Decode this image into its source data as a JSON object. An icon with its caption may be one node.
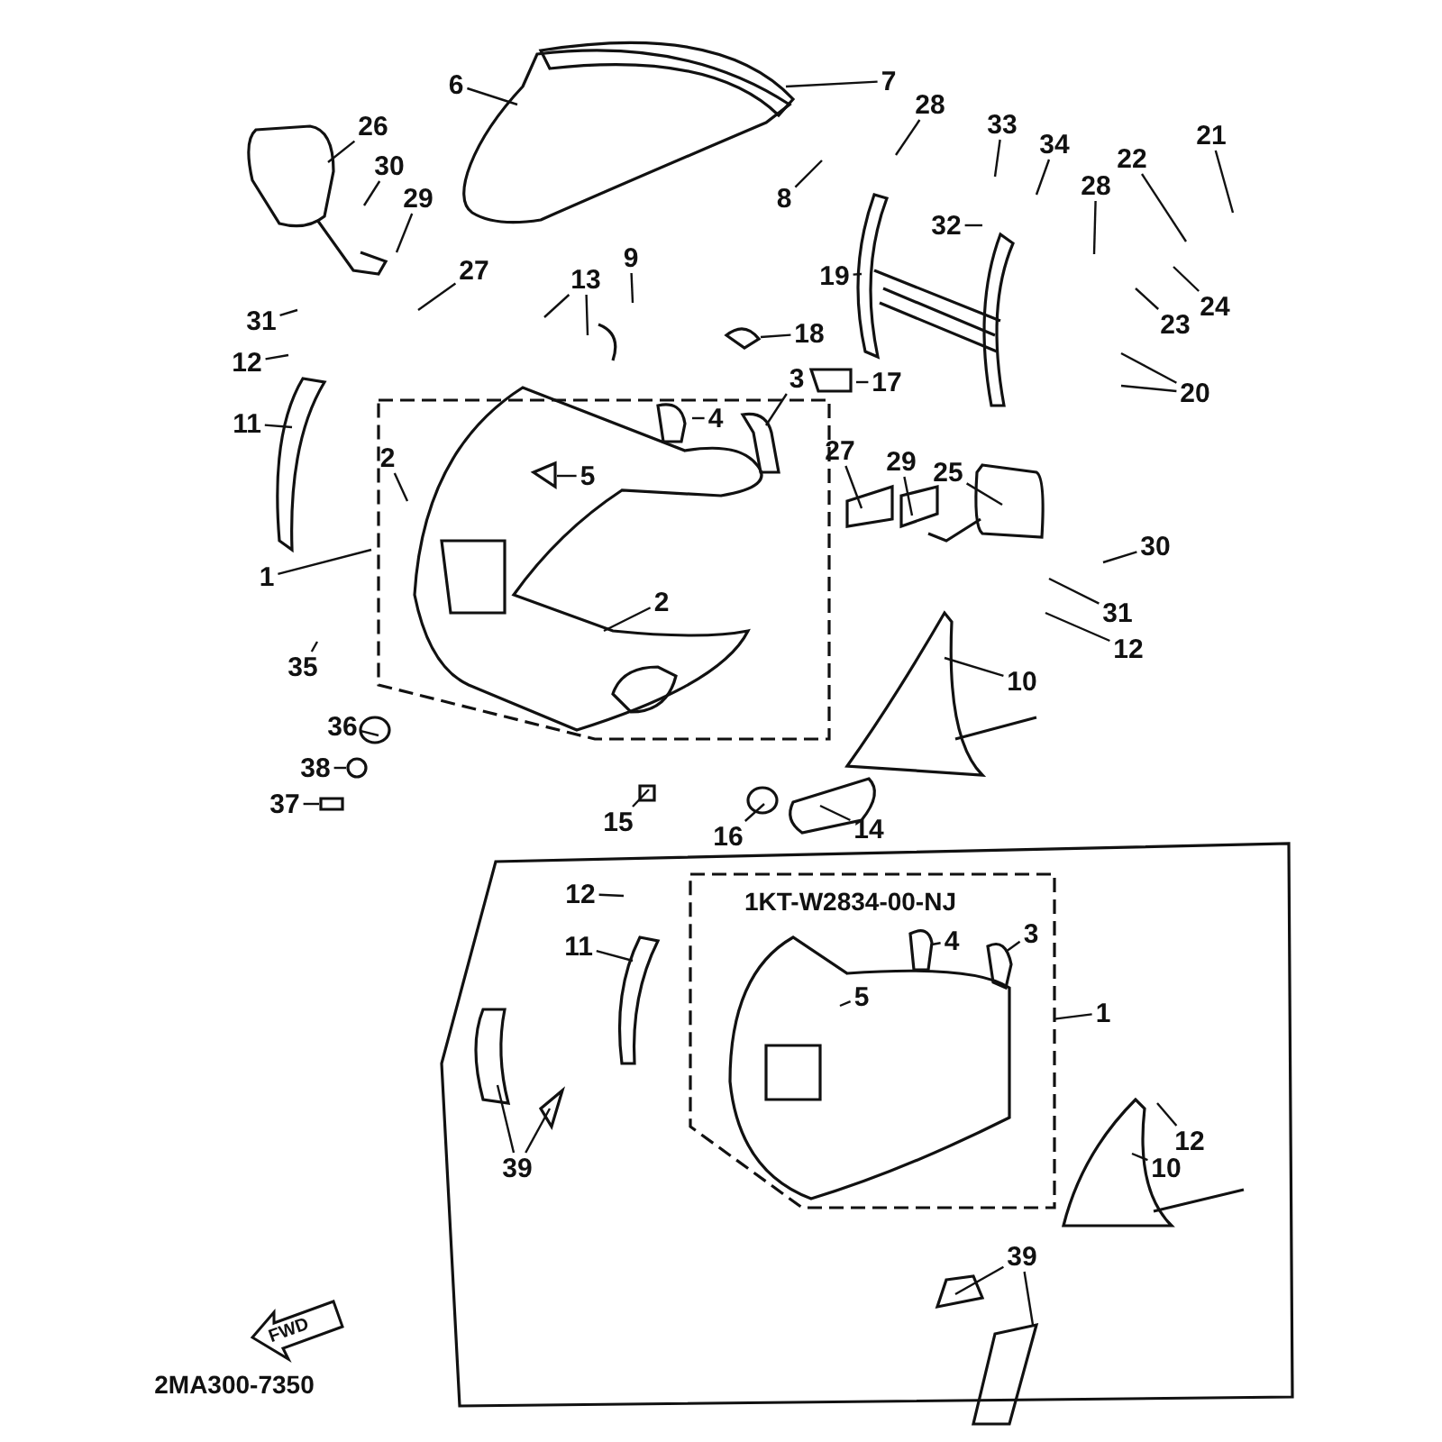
{
  "diagram": {
    "nodes": [
      {
        "text": [
          "6"
        ]
      },
      {
        "text": [
          "7"
        ]
      },
      {
        "text": [
          "26"
        ]
      },
      {
        "text": [
          "30"
        ]
      },
      {
        "text": [
          "28"
        ]
      },
      {
        "text": [
          "8"
        ]
      },
      {
        "text": [
          "33"
        ]
      },
      {
        "text": [
          "34"
        ]
      },
      {
        "text": [
          "21"
        ]
      },
      {
        "text": [
          "22"
        ]
      },
      {
        "text": [
          "29"
        ]
      },
      {
        "text": [
          "32"
        ]
      },
      {
        "text": [
          "28"
        ]
      },
      {
        "text": [
          "19"
        ]
      },
      {
        "text": [
          "27"
        ]
      },
      {
        "text": [
          "13"
        ]
      },
      {
        "text": [
          "9"
        ]
      },
      {
        "text": [
          "24"
        ]
      },
      {
        "text": [
          "23"
        ]
      },
      {
        "text": [
          "31"
        ]
      },
      {
        "text": [
          "12"
        ]
      },
      {
        "text": [
          "18"
        ]
      },
      {
        "text": [
          "20"
        ]
      },
      {
        "text": [
          "11"
        ]
      },
      {
        "text": [
          "17"
        ]
      },
      {
        "text": [
          "4"
        ]
      },
      {
        "text": [
          "3"
        ]
      },
      {
        "text": [
          "27"
        ]
      },
      {
        "text": [
          "29"
        ]
      },
      {
        "text": [
          "25"
        ]
      },
      {
        "text": [
          "5"
        ]
      },
      {
        "text": [
          "2"
        ]
      },
      {
        "text": [
          "1"
        ]
      },
      {
        "text": [
          "30"
        ]
      },
      {
        "text": [
          "31"
        ]
      },
      {
        "text": [
          "2"
        ]
      },
      {
        "text": [
          "12"
        ]
      },
      {
        "text": [
          "10"
        ]
      },
      {
        "text": [
          "35"
        ]
      },
      {
        "text": [
          "36"
        ]
      },
      {
        "text": [
          "38"
        ]
      },
      {
        "text": [
          "37"
        ]
      },
      {
        "text": [
          "15"
        ]
      },
      {
        "text": [
          "16"
        ]
      },
      {
        "text": [
          "14"
        ]
      },
      {
        "text": [
          "12"
        ]
      },
      {
        "text": [
          "1KT-W2834-00-NJ"
        ]
      },
      {
        "text": [
          "4"
        ],
        "in": 46
      },
      {
        "text": [
          "3"
        ],
        "in": 46
      },
      {
        "text": [
          "11"
        ]
      },
      {
        "text": [
          "5"
        ],
        "in": 46
      },
      {
        "text": [
          "1"
        ]
      },
      {
        "text": [
          "39"
        ]
      },
      {
        "text": [
          "12"
        ]
      },
      {
        "text": [
          "10"
        ]
      },
      {
        "text": [
          "39"
        ]
      }
    ],
    "edges": [
      {
        "from": 0,
        "to": null,
        "arrow": "none"
      },
      {
        "from": 1,
        "to": null,
        "arrow": "none"
      },
      {
        "from": 2,
        "to": null,
        "arrow": "none"
      },
      {
        "from": 3,
        "to": null,
        "arrow": "none"
      },
      {
        "from": 4,
        "to": null,
        "arrow": "none"
      },
      {
        "from": 5,
        "to": null,
        "arrow": "none"
      },
      {
        "from": 6,
        "to": null,
        "arrow": "none"
      },
      {
        "from": 7,
        "to": null,
        "arrow": "none"
      },
      {
        "from": 8,
        "to": null,
        "arrow": "none"
      },
      {
        "from": 9,
        "to": null,
        "arrow": "none"
      },
      {
        "from": 10,
        "to": null,
        "arrow": "none"
      },
      {
        "from": 11,
        "to": null,
        "arrow": "none"
      },
      {
        "from": 12,
        "to": null,
        "arrow": "none"
      },
      {
        "from": 13,
        "to": null,
        "arrow": "none"
      },
      {
        "from": 14,
        "to": null,
        "arrow": "none"
      },
      {
        "from": 15,
        "to": null,
        "arrow": "none"
      },
      {
        "from": 15,
        "to": null,
        "arrow": "none"
      },
      {
        "from": 16,
        "to": null,
        "arrow": "none"
      },
      {
        "from": 17,
        "to": null,
        "arrow": "none"
      },
      {
        "from": 18,
        "to": null,
        "arrow": "none"
      },
      {
        "from": 19,
        "to": null,
        "arrow": "none"
      },
      {
        "from": 20,
        "to": null,
        "arrow": "none"
      },
      {
        "from": 21,
        "to": null,
        "arrow": "none"
      },
      {
        "from": 22,
        "to": null,
        "arrow": "none"
      },
      {
        "from": 22,
        "to": null,
        "arrow": "none"
      },
      {
        "from": 23,
        "to": null,
        "arrow": "none"
      },
      {
        "from": 24,
        "to": null,
        "arrow": "none"
      },
      {
        "from": 25,
        "to": null,
        "arrow": "none"
      },
      {
        "from": 26,
        "to": null,
        "arrow": "none"
      },
      {
        "from": 27,
        "to": null,
        "arrow": "none"
      },
      {
        "from": 28,
        "to": null,
        "arrow": "none"
      },
      {
        "from": 29,
        "to": null,
        "arrow": "none"
      },
      {
        "from": 30,
        "to": null,
        "arrow": "none"
      },
      {
        "from": 31,
        "to": null,
        "arrow": "none"
      },
      {
        "from": 32,
        "to": null,
        "arrow": "none"
      },
      {
        "from": 33,
        "to": null,
        "arrow": "none"
      },
      {
        "from": 34,
        "to": null,
        "arrow": "none"
      },
      {
        "from": 35,
        "to": null,
        "arrow": "none"
      },
      {
        "from": 36,
        "to": null,
        "arrow": "none"
      },
      {
        "from": 37,
        "to": null,
        "arrow": "none"
      },
      {
        "from": 38,
        "to": null,
        "arrow": "none"
      },
      {
        "from": 39,
        "to": null,
        "arrow": "none"
      },
      {
        "from": 40,
        "to": null,
        "arrow": "none"
      },
      {
        "from": 41,
        "to": null,
        "arrow": "none"
      },
      {
        "from": 42,
        "to": null,
        "arrow": "none"
      },
      {
        "from": 43,
        "to": null,
        "arrow": "none"
      },
      {
        "from": 44,
        "to": null,
        "arrow": "none"
      },
      {
        "from": 45,
        "to": null,
        "arrow": "none"
      },
      {
        "from": 47,
        "to": null,
        "arrow": "none"
      },
      {
        "from": 48,
        "to": null,
        "arrow": "none"
      },
      {
        "from": 49,
        "to": null,
        "arrow": "none"
      },
      {
        "from": 50,
        "to": null,
        "arrow": "none"
      },
      {
        "from": 51,
        "to": 46,
        "arrow": "none"
      },
      {
        "from": 52,
        "to": null,
        "arrow": "none"
      },
      {
        "from": 52,
        "to": null,
        "arrow": "none"
      },
      {
        "from": 53,
        "to": null,
        "arrow": "none"
      },
      {
        "from": 54,
        "to": null,
        "arrow": "none"
      },
      {
        "from": 55,
        "to": null,
        "arrow": "none"
      },
      {
        "from": 55,
        "to": null,
        "arrow": "none"
      }
    ],
    "labels": [
      "FWD",
      "2MA300-7350"
    ]
  }
}
